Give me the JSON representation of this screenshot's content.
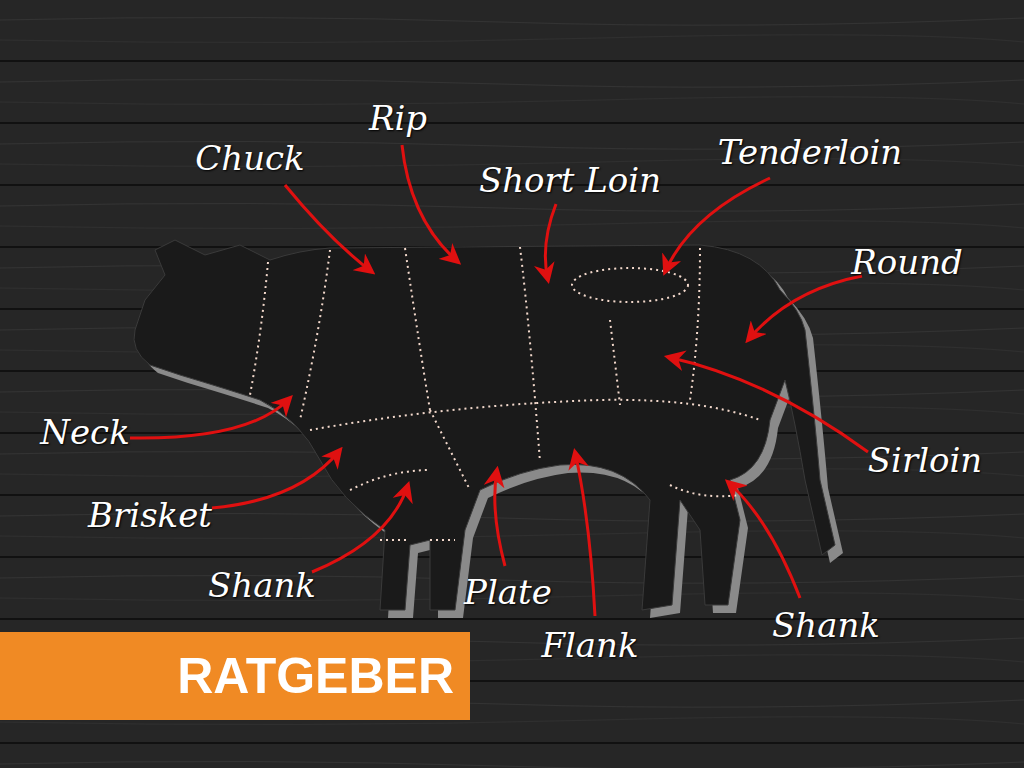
{
  "diagram": {
    "nodes": [
      {
        "text": [
          "RATGEBER"
        ]
      }
    ],
    "labels": [
      "Rip",
      "Chuck",
      "Short Loin",
      "Tenderloin",
      "Round",
      "Neck",
      "Sirloin",
      "Brisket",
      "Shank",
      "Plate",
      "Shank",
      "Flank"
    ]
  }
}
